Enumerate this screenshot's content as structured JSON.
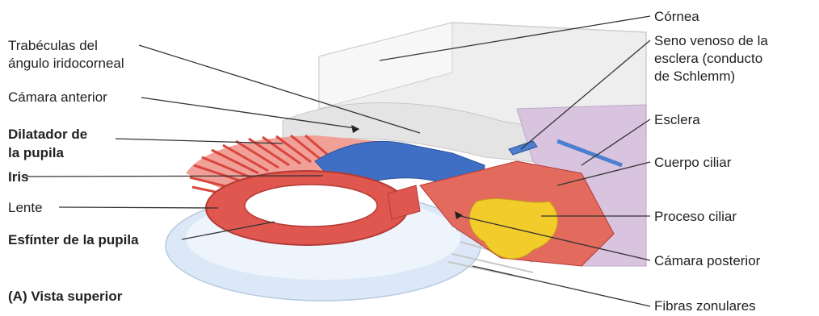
{
  "labels": {
    "trabeculas_1": "Trabéculas del",
    "trabeculas_2": "ángulo iridocorneal",
    "camara_anterior": "Cámara anterior",
    "dilatador_1": "Dilatador de",
    "dilatador_2": "la pupila",
    "iris": "Iris",
    "lente": "Lente",
    "esfinter": "Esfínter de la pupila",
    "vista": "(A) Vista superior",
    "cornea": "Córnea",
    "seno_1": "Seno venoso de la",
    "seno_2": "esclera (conducto",
    "seno_3": "de Schlemm)",
    "esclera": "Esclera",
    "cuerpo_ciliar": "Cuerpo ciliar",
    "proceso_ciliar": "Proceso ciliar",
    "camara_posterior": "Cámara posterior",
    "fibras_zonulares": "Fibras zonulares"
  },
  "colors": {
    "muscle": "#e0574f",
    "muscle_dark": "#b33a35",
    "iris_blue": "#3f6fc4",
    "ciliary_yellow": "#f2cc2a",
    "cornea": "#eeeeee",
    "sclera": "#d9c4e0",
    "lens": "#dce8f7"
  }
}
